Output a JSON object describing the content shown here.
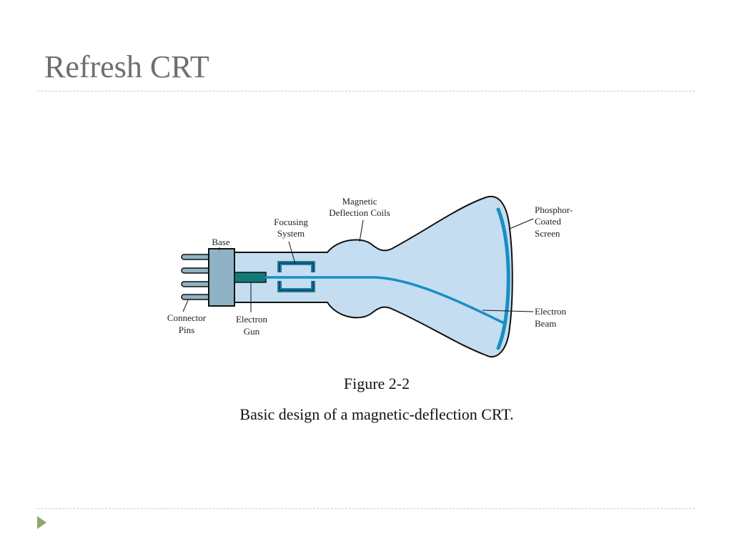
{
  "slide": {
    "title": "Refresh CRT"
  },
  "diagram": {
    "labels": {
      "magnetic_1": "Magnetic",
      "magnetic_2": "Deflection Coils",
      "focusing_1": "Focusing",
      "focusing_2": "System",
      "base": "Base",
      "phosphor_1": "Phosphor-",
      "phosphor_2": "Coated",
      "phosphor_3": "Screen",
      "connector_1": "Connector",
      "connector_2": "Pins",
      "gun_1": "Electron",
      "gun_2": "Gun",
      "beam_1": "Electron",
      "beam_2": "Beam"
    },
    "colors": {
      "tube_fill": "#c4ddf1",
      "outline": "#111111",
      "base_fill": "#8fb3c4",
      "gun_fill": "#137a7a",
      "coil": "#1f7ea5",
      "beam": "#1a8ec4",
      "screen": "#1a8ec4"
    }
  },
  "caption": {
    "figure": "Figure 2-2",
    "description": "Basic design of a magnetic-deflection CRT."
  },
  "theme": {
    "title_color": "#6f6f6f",
    "divider_color": "#c9cdb8",
    "marker_color": "#8ea666"
  }
}
